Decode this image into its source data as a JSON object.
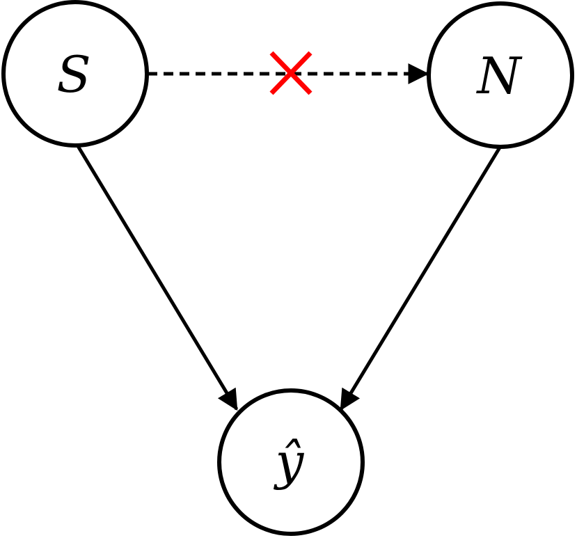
{
  "diagram": {
    "nodes": {
      "s": {
        "label": "S"
      },
      "n": {
        "label": "N"
      },
      "y": {
        "label": "ŷ"
      }
    },
    "edges": [
      {
        "from": "S",
        "to": "ŷ",
        "style": "solid"
      },
      {
        "from": "N",
        "to": "ŷ",
        "style": "solid"
      },
      {
        "from": "S",
        "to": "N",
        "style": "dashed",
        "blocked": true
      }
    ],
    "colors": {
      "stroke": "#000000",
      "background": "#ffffff",
      "blocked_mark": "#ff0000"
    },
    "icons": {
      "blocked": "x-cross-icon"
    }
  }
}
